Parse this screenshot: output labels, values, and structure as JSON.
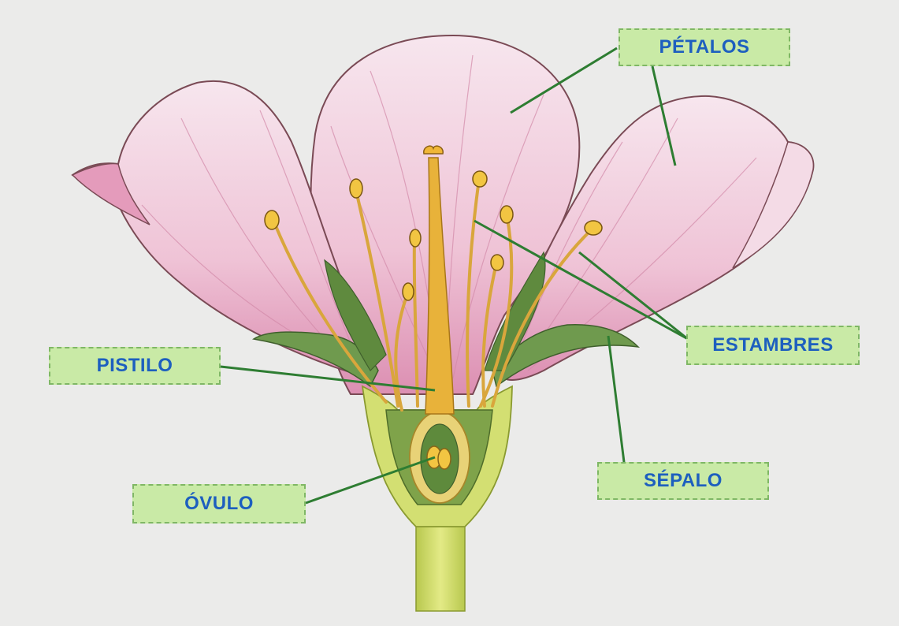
{
  "labels": {
    "petalos": "PÉTALOS",
    "estambres": "ESTAMBRES",
    "pistilo": "PISTILO",
    "sepalo": "SÉPALO",
    "ovulo": "ÓVULO"
  },
  "colors": {
    "background": "#ebebea",
    "label_fill": "#c9eaa6",
    "label_border": "#7fb765",
    "label_text": "#1d5fbf",
    "leader_line": "#2e7d32",
    "petal": "#f1cbdc",
    "sepal": "#6f9a4e",
    "pistil": "#e6b834",
    "receptacle": "#cfdc6c"
  }
}
